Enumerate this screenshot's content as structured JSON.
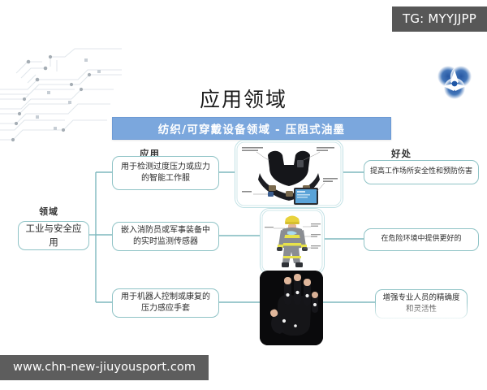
{
  "watermarks": {
    "tg_tag": "TG: MYYJJPP",
    "url": "www.chn-new-jiuyousport.com"
  },
  "header": {
    "title": "应用领域",
    "subtitle": "纺织/可穿戴设备领域  -  压阻式油墨",
    "subtitle_bg": "#7ba7dd"
  },
  "columns": {
    "domain_label": "领域",
    "applications_label": "应用",
    "benefits_label": "好处"
  },
  "domain": {
    "label": "工业与安全应用"
  },
  "applications": [
    {
      "text": "用于检测过度压力或应力的智能工作服"
    },
    {
      "text": "嵌入消防员或军事装备中的实时监测传感器"
    },
    {
      "text": "用于机器人控制或康复的压力感应手套"
    }
  ],
  "benefits": [
    {
      "text": "提高工作场所安全性和预防伤害"
    },
    {
      "text": "在危险环境中提供更好的"
    },
    {
      "text": "增强专业人员的精确度和灵活性"
    }
  ],
  "images": [
    {
      "name": "smart-harness-vest",
      "caption": ""
    },
    {
      "name": "firefighter-suit",
      "caption": ""
    },
    {
      "name": "sensor-glove",
      "caption": ""
    }
  ],
  "colors": {
    "node_border": "#8fc3c6",
    "wire": "#7fb9be",
    "banner": "#7ba7dd",
    "tag_bg": "#575757",
    "logo_blue": "#1f56a5"
  },
  "logo": {
    "name": "trefoil-logo"
  }
}
